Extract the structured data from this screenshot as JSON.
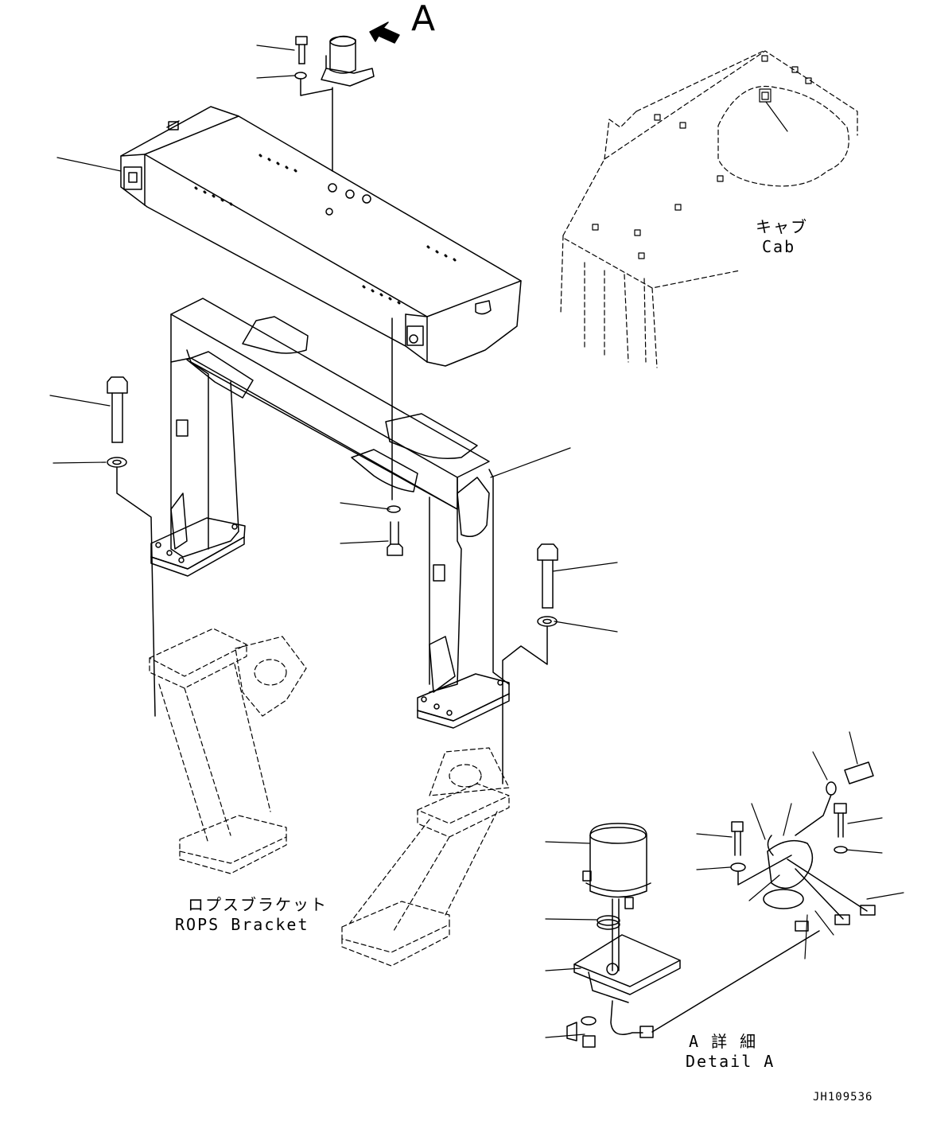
{
  "view_marker": "A",
  "cab": {
    "label_ja": "キャブ",
    "label_en": "Cab"
  },
  "rops_bracket": {
    "label_ja": "ロプスブラケット",
    "label_en": "ROPS Bracket"
  },
  "detail": {
    "label_ja": "A 詳 細",
    "label_en": "Detail A"
  },
  "drawing_number": "JH109536",
  "colors": {
    "line": "#000000",
    "dash": "#000000",
    "background": "#ffffff"
  }
}
